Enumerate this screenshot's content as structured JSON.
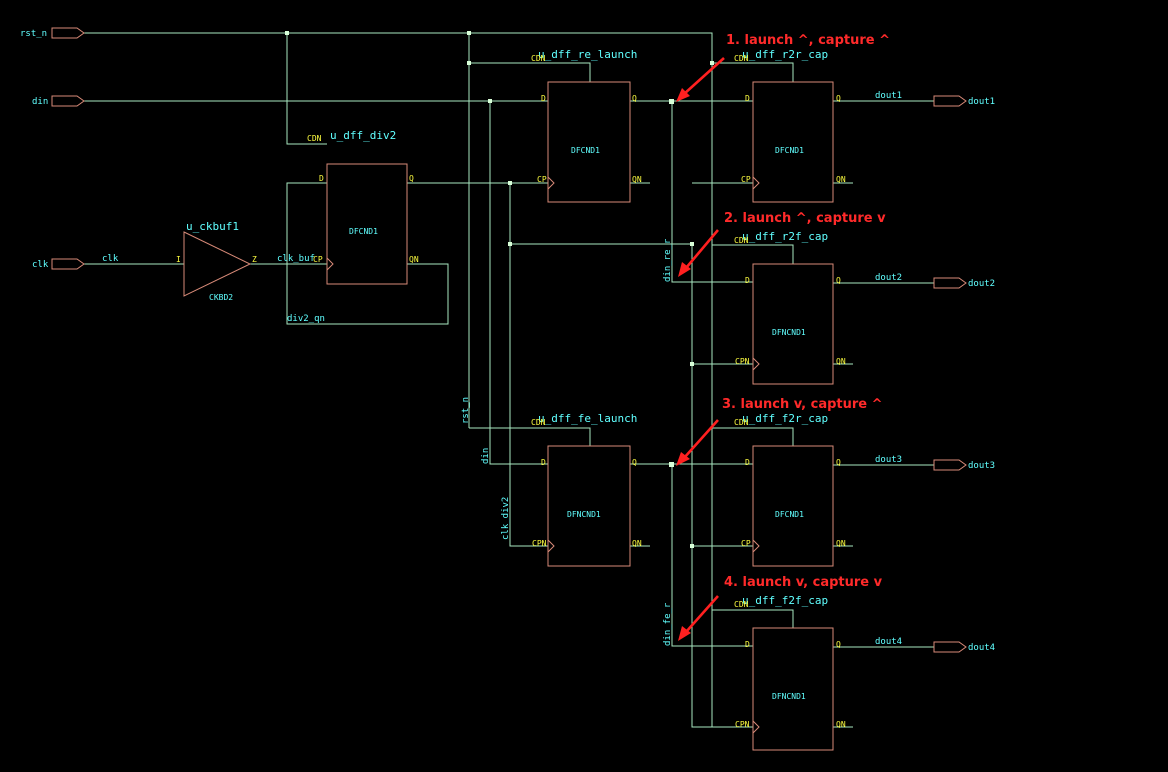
{
  "ports_in": [
    {
      "id": "rst_n",
      "label": "rst_n"
    },
    {
      "id": "din",
      "label": "din"
    },
    {
      "id": "clk",
      "label": "clk"
    }
  ],
  "ports_out": [
    {
      "id": "dout1",
      "label": "dout1"
    },
    {
      "id": "dout2",
      "label": "dout2"
    },
    {
      "id": "dout3",
      "label": "dout3"
    },
    {
      "id": "dout4",
      "label": "dout4"
    }
  ],
  "cells": {
    "ckbuf": {
      "inst": "u_ckbuf1",
      "type": "CKBD2",
      "pin_i": "I",
      "pin_z": "Z"
    },
    "div2": {
      "inst": "u_dff_div2",
      "type": "DFCND1",
      "pin_cdn": "CDN",
      "pin_d": "D",
      "pin_cp": "CP",
      "pin_q": "Q",
      "pin_qn": "QN"
    },
    "re_launch": {
      "inst": "u_dff_re_launch",
      "type": "DFCND1",
      "pin_cdn": "CDN",
      "pin_d": "D",
      "pin_cp": "CP",
      "pin_q": "Q",
      "pin_qn": "QN"
    },
    "fe_launch": {
      "inst": "u_dff_fe_launch",
      "type": "DFNCND1",
      "pin_cdn": "CDN",
      "pin_d": "D",
      "pin_cp": "CPN",
      "pin_q": "Q",
      "pin_qn": "QN"
    },
    "r2r": {
      "inst": "u_dff_r2r_cap",
      "type": "DFCND1",
      "pin_cdn": "CDN",
      "pin_d": "D",
      "pin_cp": "CP",
      "pin_q": "Q",
      "pin_qn": "QN"
    },
    "r2f": {
      "inst": "u_dff_r2f_cap",
      "type": "DFNCND1",
      "pin_cdn": "CDN",
      "pin_d": "D",
      "pin_cp": "CPN",
      "pin_q": "Q",
      "pin_qn": "QN"
    },
    "f2r": {
      "inst": "u_dff_f2r_cap",
      "type": "DFCND1",
      "pin_cdn": "CDN",
      "pin_d": "D",
      "pin_cp": "CP",
      "pin_q": "Q",
      "pin_qn": "QN"
    },
    "f2f": {
      "inst": "u_dff_f2f_cap",
      "type": "DFNCND1",
      "pin_cdn": "CDN",
      "pin_d": "D",
      "pin_cp": "CPN",
      "pin_q": "Q",
      "pin_qn": "QN"
    }
  },
  "nets": {
    "clk": "clk",
    "clk_buf": "clk_buf",
    "div2_qn": "div2_qn",
    "rst_n": "rst_n",
    "din": "din",
    "clk_div2": "clk_div2",
    "din_re_r": "din_re_r",
    "din_fe_r": "din_fe_r",
    "dout1": "dout1",
    "dout2": "dout2",
    "dout3": "dout3",
    "dout4": "dout4"
  },
  "annotations": [
    "1. launch ^, capture ^",
    "2. launch ^, capture v",
    "3. launch v, capture ^",
    "4. launch v, capture v"
  ],
  "colors": {
    "background": "#000000",
    "wire": "#a8e8c0",
    "cell_outline": "#d88a78",
    "pin_label": "#ffff40",
    "net_label": "#60ffff",
    "annotation": "#ff2a2a"
  }
}
